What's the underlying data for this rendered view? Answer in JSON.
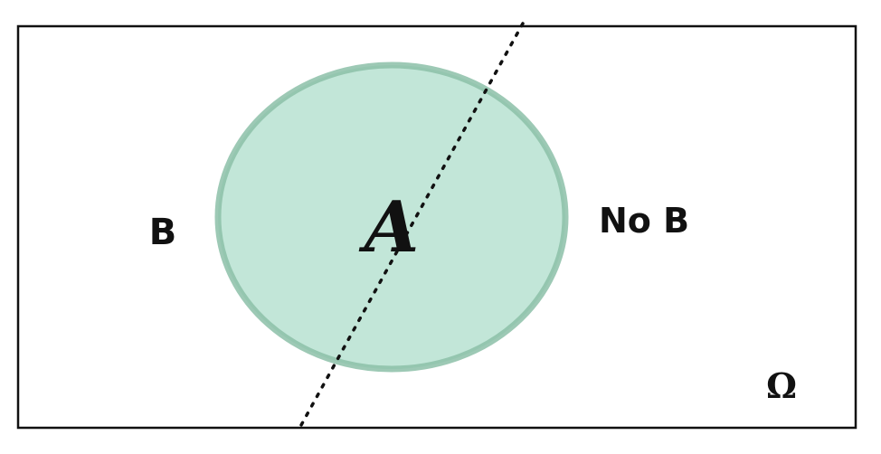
{
  "diagram": {
    "labels": {
      "event_a": "A",
      "region_b": "B",
      "region_not_b": "No B",
      "sample_space": "Ω"
    },
    "colors": {
      "circle_fill": "#c2e6d8",
      "circle_stroke": "#8cbfa8",
      "frame": "#111111",
      "partition_line": "#111111"
    }
  }
}
